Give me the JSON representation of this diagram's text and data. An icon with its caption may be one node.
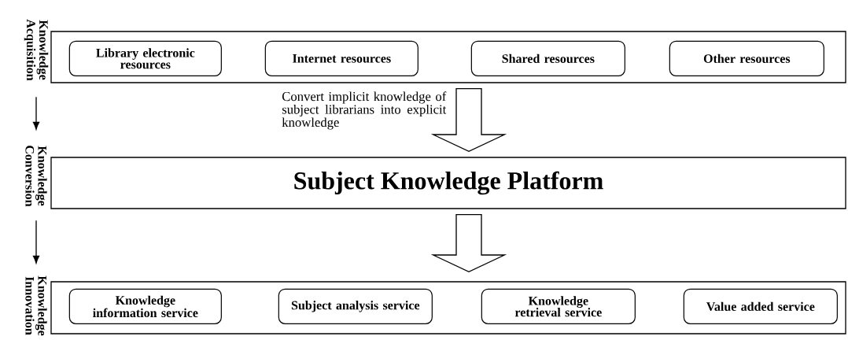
{
  "diagram": {
    "nodes": [
      {
        "text": [
          "Knowledge Acquisition"
        ]
      },
      {
        "text": [],
        "shape": "box"
      },
      {
        "text": [
          "Library electronic resources"
        ],
        "in": 1
      },
      {
        "text": [
          "Internet resources"
        ],
        "in": 1
      },
      {
        "text": [
          "Shared resources"
        ],
        "in": 1
      },
      {
        "text": [
          "Other resources"
        ],
        "in": 1
      },
      {
        "text": [
          "Knowledge Conversion"
        ]
      },
      {
        "text": [
          "Subject Knowledge Platform"
        ]
      },
      {
        "text": [
          "Knowledge Innovation"
        ]
      },
      {
        "text": [],
        "shape": "box"
      },
      {
        "text": [
          "Knowledge information service"
        ],
        "in": 9
      },
      {
        "text": [
          "Subject analysis service"
        ],
        "in": 9
      },
      {
        "text": [
          "Knowledge retrieval service"
        ],
        "in": 9
      },
      {
        "text": [
          "Value added service"
        ],
        "in": 9
      }
    ],
    "edges": [
      {
        "from": 0,
        "to": 6,
        "arrow": "to"
      },
      {
        "from": 6,
        "to": 8,
        "arrow": "to"
      },
      {
        "from": 1,
        "to": 7,
        "arrow": "to",
        "label": "Convert implicit knowledge of subject librarians into explicit knowledge"
      },
      {
        "from": 7,
        "to": 9,
        "arrow": "to"
      }
    ]
  }
}
